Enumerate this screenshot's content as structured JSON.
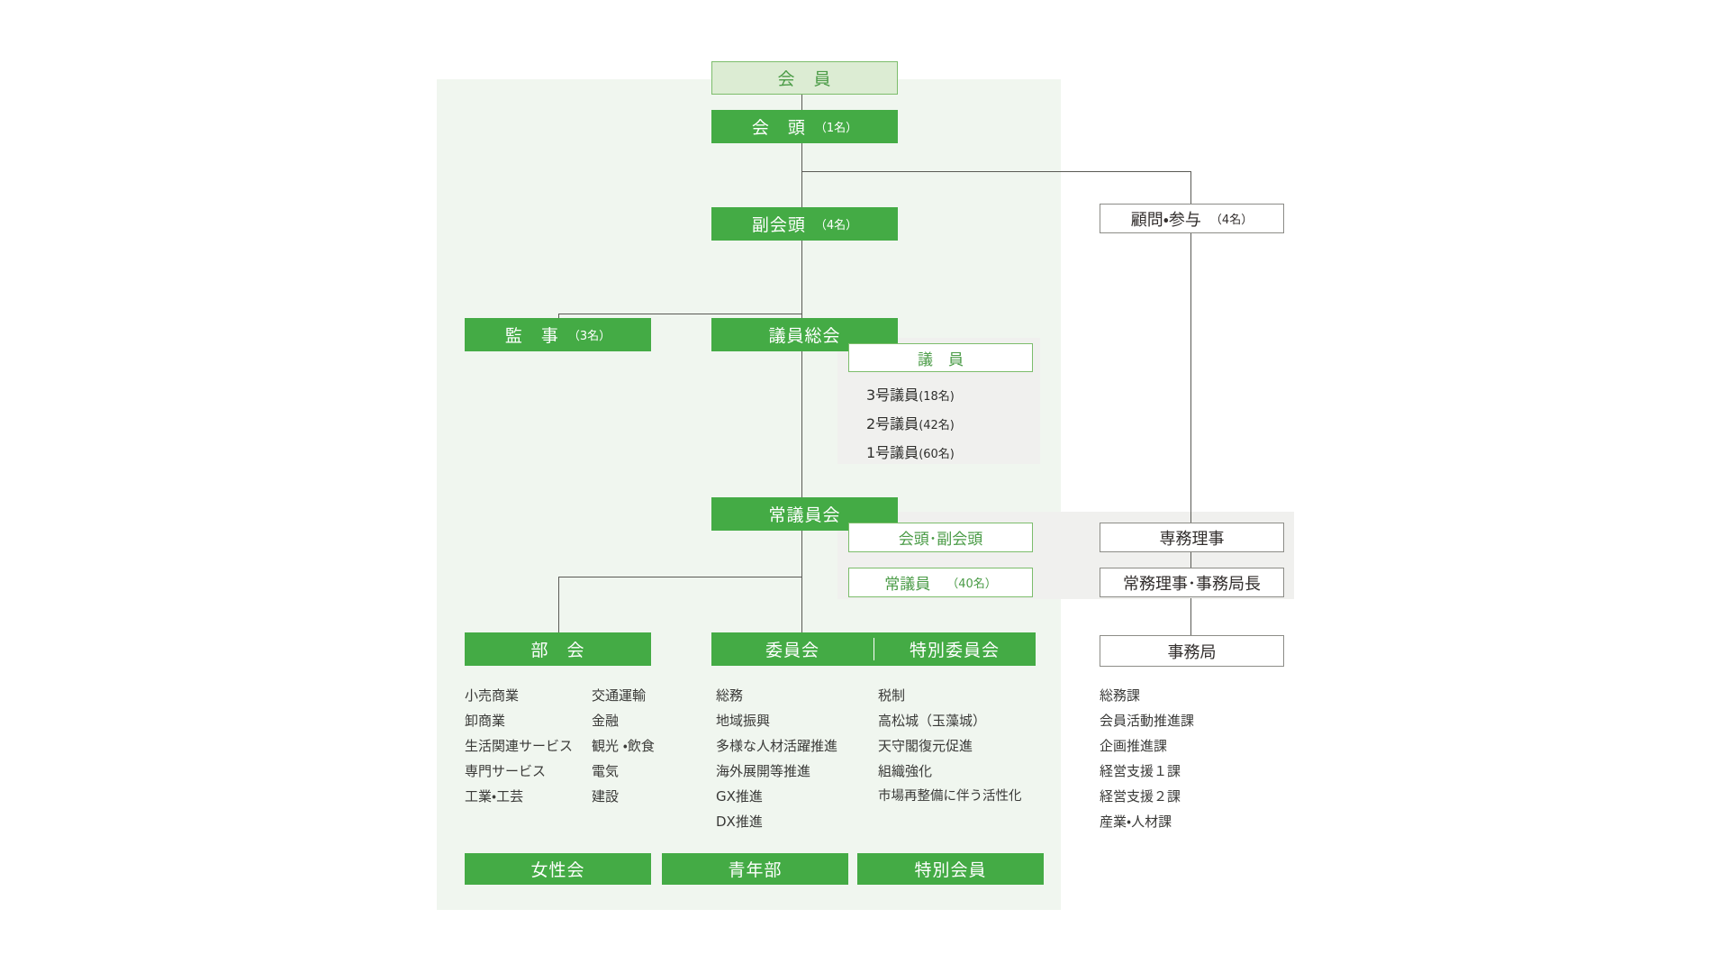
{
  "chart_data": {
    "type": "diagram",
    "title": "商工会議所 組織図",
    "diagram_kind": "organization-chart"
  },
  "org": {
    "kaiin": {
      "label": "会　員"
    },
    "kaito": {
      "label": "会　頭",
      "count": "（1名）"
    },
    "fukukaito": {
      "label": "副会頭",
      "count": "（4名）"
    },
    "komon": {
      "label": "顧問・参与",
      "count": "（4名）"
    },
    "kanji": {
      "label": "監　事",
      "count": "（3名）"
    },
    "giinsoukai": {
      "label": "議員総会"
    },
    "giin_panel": {
      "header": "議　員",
      "items": [
        {
          "name": "3号議員",
          "count": "(18名)"
        },
        {
          "name": "2号議員",
          "count": "(42名)"
        },
        {
          "name": "1号議員",
          "count": "(60名)"
        }
      ]
    },
    "jogiinkai": {
      "label": "常議員会"
    },
    "jogiin_panel": {
      "row1": "会頭･副会頭",
      "row2_label": "常議員",
      "row2_count": "（40名）"
    },
    "senmu": {
      "label": "専務理事"
    },
    "jomu": {
      "label": "常務理事･事務局長"
    },
    "jimukyoku": {
      "label": "事務局"
    },
    "jimukyoku_items": [
      "総務課",
      "会員活動推進課",
      "企画推進課",
      "経営支援１課",
      "経営支援２課",
      "産業・人材課"
    ],
    "bukai": {
      "label": "部　会"
    },
    "bukai_col1": [
      "小売商業",
      "卸商業",
      "生活関連サービス",
      "専門サービス",
      "工業・工芸"
    ],
    "bukai_col2": [
      "交通運輸",
      "金融",
      "観光 ・飲食",
      "電気",
      "建設"
    ],
    "iinkai": {
      "label": "委員会"
    },
    "tokubetsu_iinkai": {
      "label": "特別委員会"
    },
    "iinkai_items": [
      "総務",
      "地域振興",
      "多様な人材活躍推進",
      "海外展開等推進",
      "GX推進",
      "DX推進"
    ],
    "tokubetsu_items": [
      "税制",
      "高松城（玉藻城）",
      "天守閣復元促進",
      "組織強化",
      "市場再整備に伴う活性化"
    ],
    "josei": {
      "label": "女性会"
    },
    "seinen": {
      "label": "青年部"
    },
    "tokubetsu_kaiin": {
      "label": "特別会員"
    }
  },
  "colors": {
    "green_solid": "#44ab45",
    "green_light_fill": "#dcecd3",
    "green_border": "#7cbd6b",
    "green_text": "#4a9b46",
    "panel_bg": "#f0f6ef",
    "gray_panel": "#f0f0ee",
    "line": "#5a5a55"
  }
}
